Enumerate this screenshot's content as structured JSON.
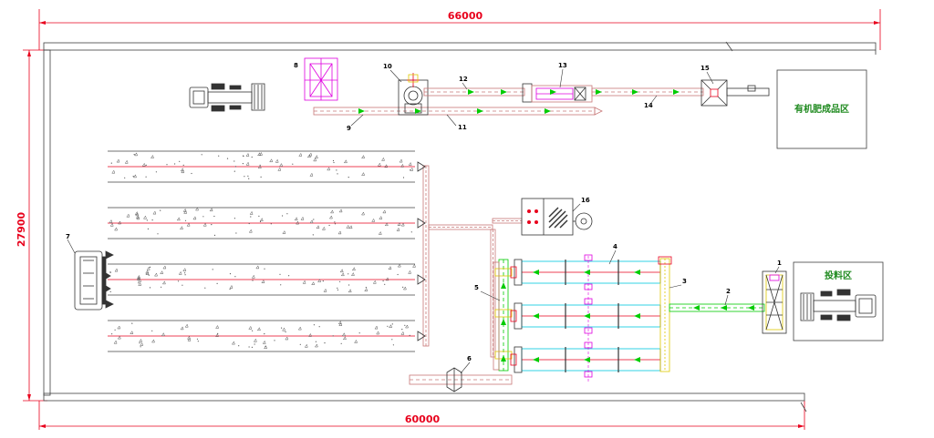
{
  "dimensions": {
    "top_length": "66000",
    "bottom_length": "60000",
    "left_height": "27900"
  },
  "zones": {
    "finished_product": "有机肥成品区",
    "feeding": "投料区"
  },
  "equipment_numbers": {
    "n1": "1",
    "n2": "2",
    "n3": "3",
    "n4": "4",
    "n5": "5",
    "n6": "6",
    "n7": "7",
    "n8": "8",
    "n9": "9",
    "n10": "10",
    "n11": "11",
    "n12": "12",
    "n13": "13",
    "n14": "14",
    "n15": "15",
    "n16": "16"
  },
  "colors": {
    "dimension": "#e8001c",
    "outline": "#404040",
    "conveyor": "#c87878",
    "flow_arrow": "#00cc00",
    "vessel": "#00c8e0",
    "magenta": "#e000e0",
    "yellow": "#e0c800",
    "zone_text": "#1f8a1f"
  },
  "windrow_count": 4,
  "fermenter_count": 3
}
